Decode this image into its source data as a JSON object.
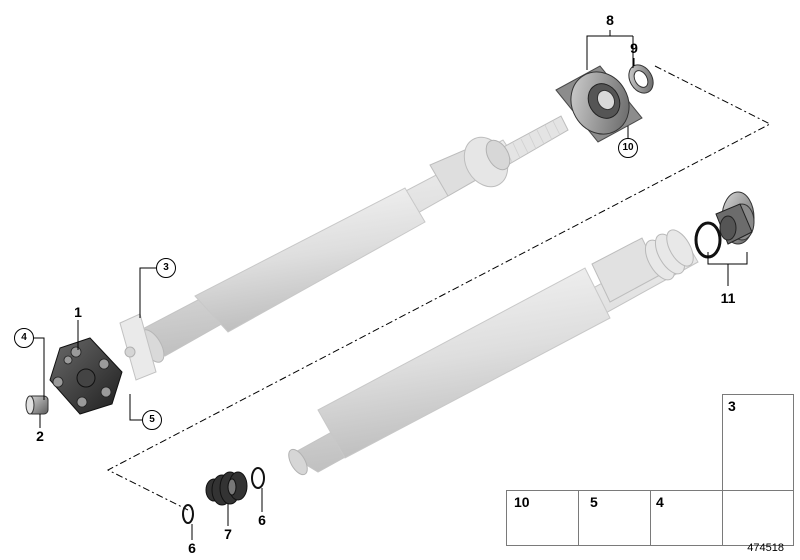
{
  "callouts": {
    "c1": "1",
    "c2": "2",
    "c3": "3",
    "c4": "4",
    "c5": "5",
    "c6a": "6",
    "c6b": "6",
    "c7": "7",
    "c8": "8",
    "c9": "9",
    "c10": "10",
    "c11": "11"
  },
  "legend_boxes": {
    "bolt": "3",
    "collar_screw": "10",
    "hex_bolt": "5",
    "lock_nut": "4"
  },
  "drawing_number": "474518",
  "colors": {
    "shaft_light": "#ececec",
    "shaft_mid": "#d6d6d6",
    "shaft_dark": "#b9b9b9",
    "rubber": "#2e2e2e",
    "line": "#000000",
    "box_border": "#7a7a7a"
  }
}
